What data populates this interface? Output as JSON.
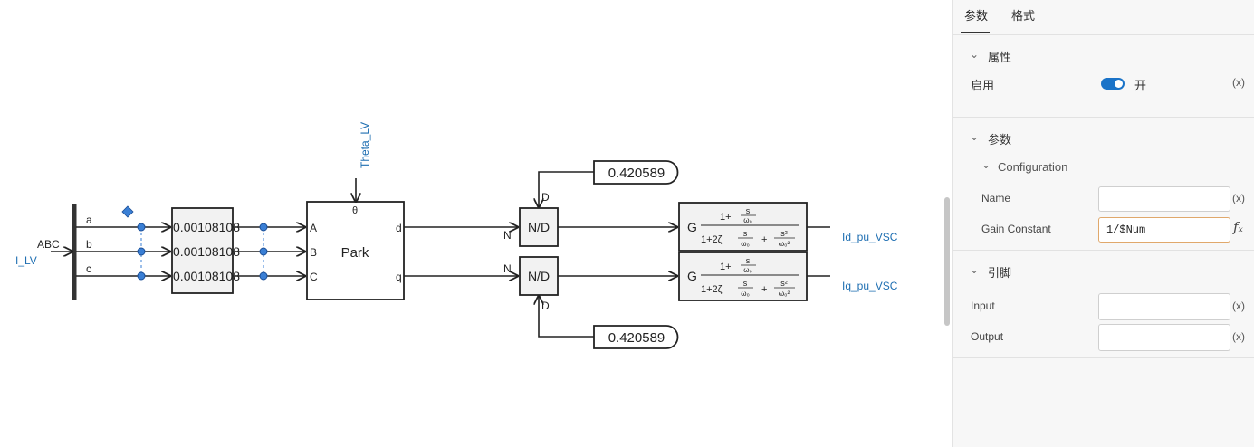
{
  "diagram": {
    "bus_label": "ABC",
    "input_label": "I_LV",
    "phases": [
      "a",
      "b",
      "c"
    ],
    "gain_values": [
      "0.00108108",
      "0.00108108",
      "0.00108108"
    ],
    "theta_label": "Theta_LV",
    "park": {
      "title": "Park",
      "theta_port": "θ",
      "inputs": [
        "A",
        "B",
        "C"
      ],
      "outputs": [
        "d",
        "q"
      ]
    },
    "constant_top": "0.420589",
    "constant_bottom": "0.420589",
    "divider": {
      "label": "N/D",
      "n": "N",
      "d": "D"
    },
    "filter": {
      "gain": "G",
      "num": "1+",
      "s": "s",
      "w0": "ω₀",
      "den": "1+2ζ",
      "plus": "+",
      "s2": "s²",
      "w02": "ω₀²"
    },
    "outputs": [
      "Id_pu_VSC",
      "Iq_pu_VSC"
    ]
  },
  "panel": {
    "tabs": [
      "参数",
      "格式"
    ],
    "sections": {
      "properties": "属性",
      "params": "参数",
      "pins": "引脚"
    },
    "enable_label": "启用",
    "enable_state": "开",
    "x_label": "(x)",
    "fx_label": "fₓ",
    "configuration_label": "Configuration",
    "name_label": "Name",
    "name_value": "",
    "gain_label": "Gain Constant",
    "gain_value": "1/$Num",
    "input_label": "Input",
    "input_value": "",
    "output_label": "Output",
    "output_value": ""
  },
  "colors": {
    "accent": "#1a73c8",
    "label_blue": "#1f6fb2",
    "node_blue": "#3a7fd5",
    "focus_border": "#e0a86b"
  }
}
